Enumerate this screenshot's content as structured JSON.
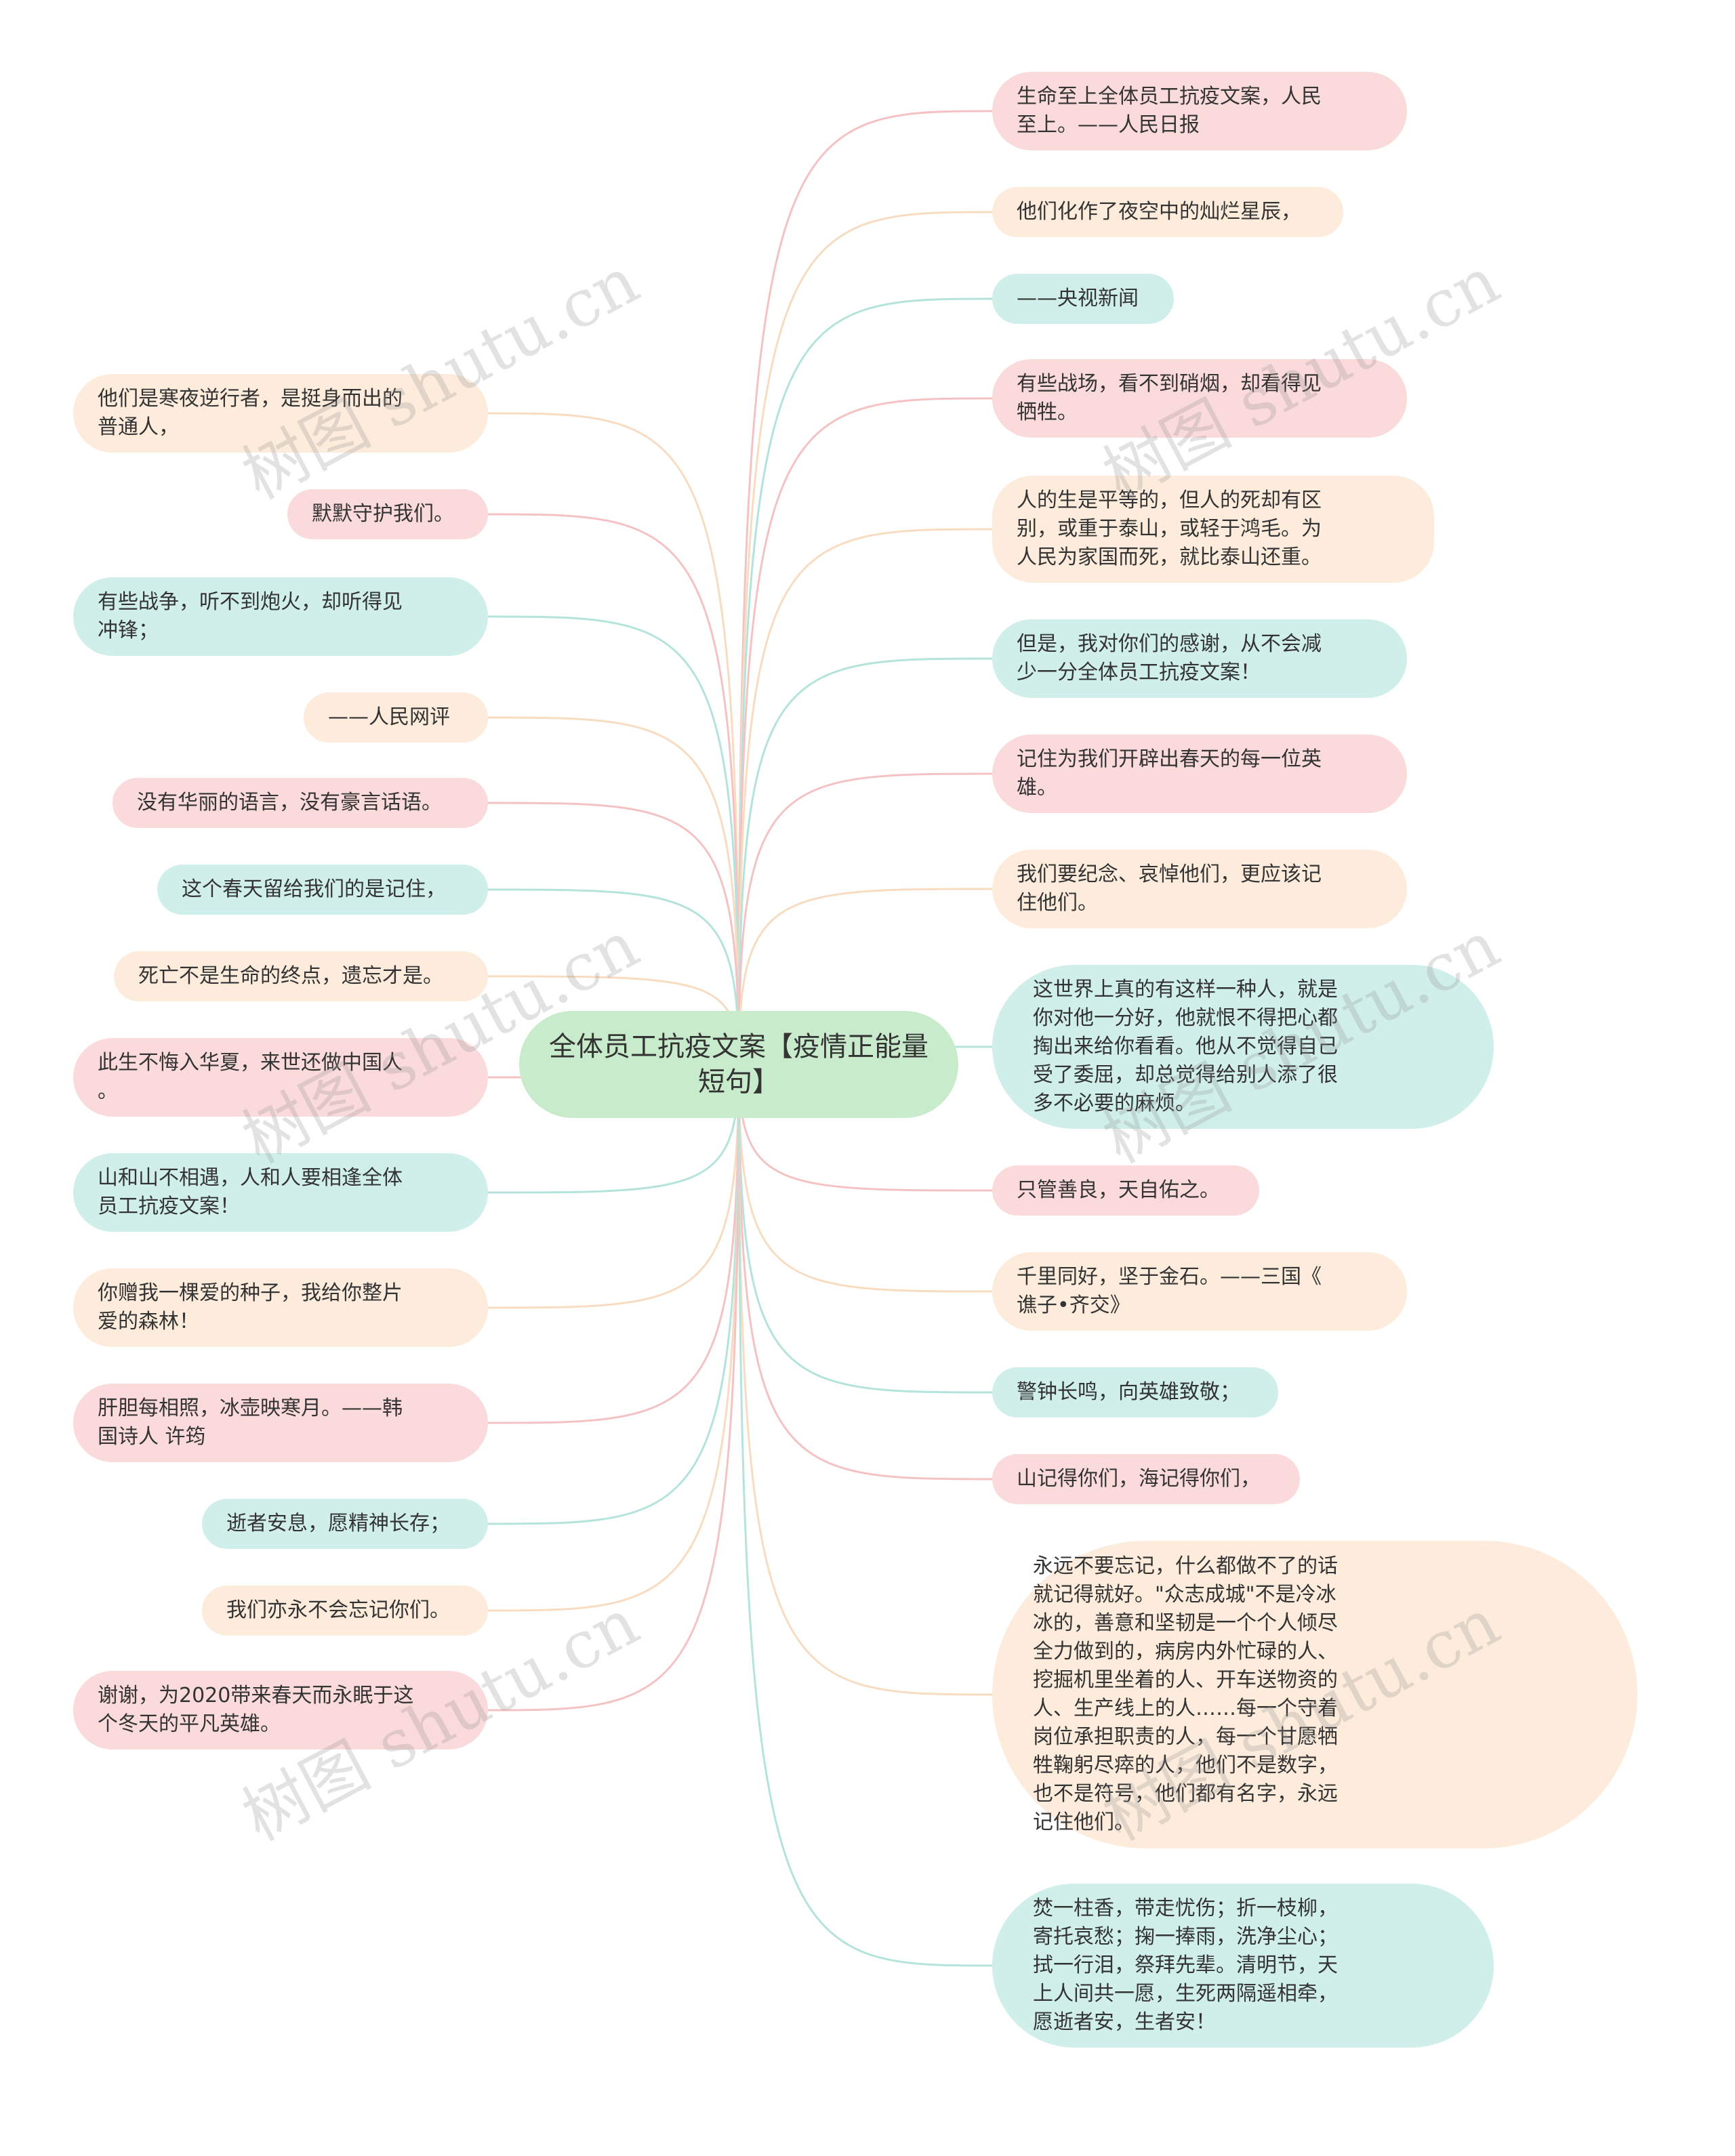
{
  "center": {
    "title": "全体员工抗疫文案【疫情正能量短句】"
  },
  "colors": {
    "pink": "#fbdadb",
    "peach": "#fdecdc",
    "mint": "#d0efea",
    "center": "#c8ebcb",
    "line_pink": "#f5c2c4",
    "line_peach": "#f8dcc1",
    "line_mint": "#b4e3dc"
  },
  "watermark": {
    "text": "树图 shutu.cn"
  },
  "left_nodes": [
    {
      "text": "他们是寒夜逆行者，是挺身而出的\n普通人，",
      "color": "peach"
    },
    {
      "text": "默默守护我们。",
      "color": "pink"
    },
    {
      "text": "有些战争，听不到炮火，却听得见\n冲锋；",
      "color": "mint"
    },
    {
      "text": "——人民网评",
      "color": "peach"
    },
    {
      "text": "没有华丽的语言，没有豪言话语。",
      "color": "pink"
    },
    {
      "text": "这个春天留给我们的是记住，",
      "color": "mint"
    },
    {
      "text": "死亡不是生命的终点，遗忘才是。",
      "color": "peach"
    },
    {
      "text": "此生不悔入华夏，来世还做中国人\n。",
      "color": "pink"
    },
    {
      "text": "山和山不相遇，人和人要相逢全体\n员工抗疫文案！",
      "color": "mint"
    },
    {
      "text": "你赠我一棵爱的种子，我给你整片\n爱的森林！",
      "color": "peach"
    },
    {
      "text": "肝胆每相照，冰壶映寒月。——韩\n国诗人 许筠",
      "color": "pink"
    },
    {
      "text": "逝者安息，愿精神长存；",
      "color": "mint"
    },
    {
      "text": "我们亦永不会忘记你们。",
      "color": "peach"
    },
    {
      "text": "谢谢，为2020带来春天而永眠于这\n个冬天的平凡英雄。",
      "color": "pink"
    }
  ],
  "right_nodes": [
    {
      "text": "生命至上全体员工抗疫文案，人民\n至上。——人民日报",
      "color": "pink"
    },
    {
      "text": "他们化作了夜空中的灿烂星辰，",
      "color": "peach"
    },
    {
      "text": "——央视新闻",
      "color": "mint"
    },
    {
      "text": "有些战场，看不到硝烟，却看得见\n牺牲。",
      "color": "pink"
    },
    {
      "text": "人的生是平等的，但人的死却有区\n别，或重于泰山，或轻于鸿毛。为\n人民为家国而死，就比泰山还重。",
      "color": "peach"
    },
    {
      "text": "但是，我对你们的感谢，从不会减\n少一分全体员工抗疫文案！",
      "color": "mint"
    },
    {
      "text": "记住为我们开辟出春天的每一位英\n雄。",
      "color": "pink"
    },
    {
      "text": "我们要纪念、哀悼他们，更应该记\n住他们。",
      "color": "peach"
    },
    {
      "text": "这世界上真的有这样一种人，就是\n你对他一分好，他就恨不得把心都\n掏出来给你看看。他从不觉得自己\n受了委屈，却总觉得给别人添了很\n多不必要的麻烦。",
      "color": "mint"
    },
    {
      "text": "只管善良，天自佑之。",
      "color": "pink"
    },
    {
      "text": "千里同好，坚于金石。——三国《\n谯子•齐交》",
      "color": "peach"
    },
    {
      "text": "警钟长鸣，向英雄致敬；",
      "color": "mint"
    },
    {
      "text": "山记得你们，海记得你们，",
      "color": "pink"
    },
    {
      "text": "永远不要忘记，什么都做不了的话\n就记得就好。\"众志成城\"不是冷冰\n冰的，善意和坚韧是一个个人倾尽\n全力做到的，病房内外忙碌的人、\n挖掘机里坐着的人、开车送物资的\n人、生产线上的人……每一个守着\n岗位承担职责的人，每一个甘愿牺\n牲鞠躬尽瘁的人，他们不是数字，\n也不是符号，他们都有名字，永远\n记住他们。",
      "color": "peach"
    },
    {
      "text": "焚一柱香，带走忧伤；折一枝柳，\n寄托哀愁；掬一捧雨，洗净尘心；\n拭一行泪，祭拜先辈。清明节，天\n上人间共一愿，生死两隔遥相牵，\n愿逝者安，生者安！",
      "color": "mint"
    }
  ]
}
